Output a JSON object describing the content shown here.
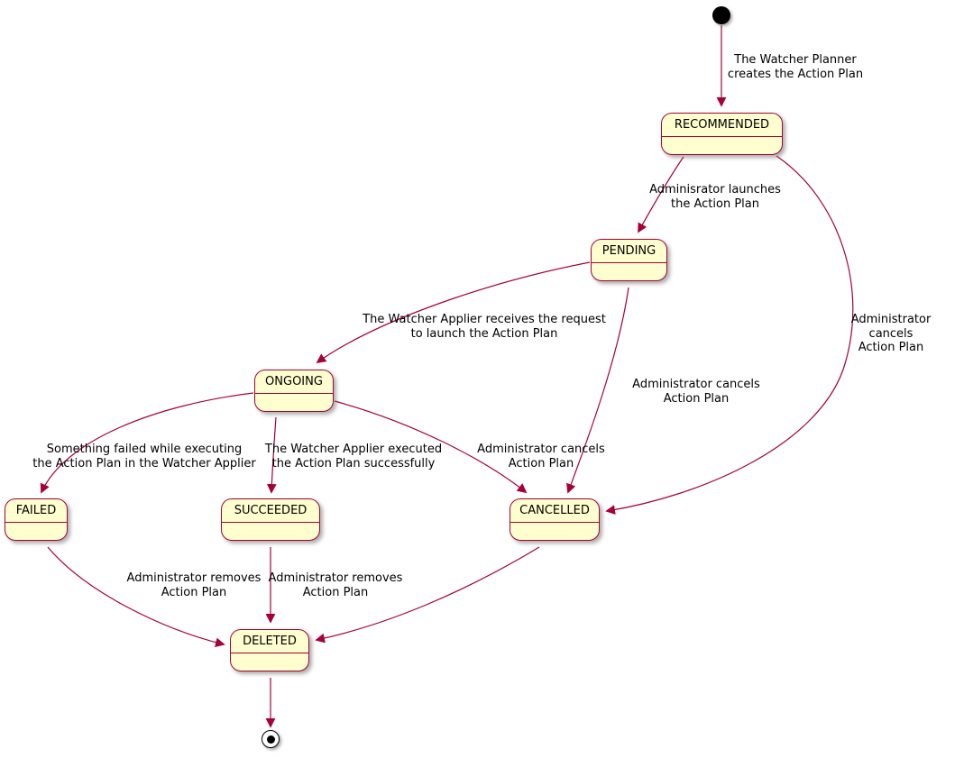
{
  "diagram": {
    "kind": "state-diagram",
    "colors": {
      "state_fill": "#FEFECE",
      "state_border": "#A80036",
      "arrow": "#A80036",
      "text": "#000000",
      "background": "#FFFFFF"
    },
    "pseudo_states": [
      "initial",
      "final"
    ],
    "states": [
      {
        "id": "RECOMMENDED",
        "label": "RECOMMENDED"
      },
      {
        "id": "PENDING",
        "label": "PENDING"
      },
      {
        "id": "ONGOING",
        "label": "ONGOING"
      },
      {
        "id": "FAILED",
        "label": "FAILED"
      },
      {
        "id": "SUCCEEDED",
        "label": "SUCCEEDED"
      },
      {
        "id": "CANCELLED",
        "label": "CANCELLED"
      },
      {
        "id": "DELETED",
        "label": "DELETED"
      }
    ],
    "transitions": [
      {
        "from": "initial",
        "to": "RECOMMENDED",
        "label": "The Watcher Planner\ncreates the Action Plan"
      },
      {
        "from": "RECOMMENDED",
        "to": "PENDING",
        "label": "Adminisrator launches\nthe Action Plan"
      },
      {
        "from": "PENDING",
        "to": "ONGOING",
        "label": "The Watcher Applier receives the request\nto launch the Action Plan"
      },
      {
        "from": "ONGOING",
        "to": "FAILED",
        "label": "Something failed while executing\nthe Action Plan in the Watcher Applier"
      },
      {
        "from": "ONGOING",
        "to": "SUCCEEDED",
        "label": "The Watcher Applier executed\nthe Action Plan successfully"
      },
      {
        "from": "ONGOING",
        "to": "CANCELLED",
        "label": "Administrator cancels\nAction Plan"
      },
      {
        "from": "PENDING",
        "to": "CANCELLED",
        "label": "Administrator cancels\nAction Plan"
      },
      {
        "from": "RECOMMENDED",
        "to": "CANCELLED",
        "label": "Administrator cancels\nAction Plan"
      },
      {
        "from": "FAILED",
        "to": "DELETED",
        "label": "Administrator removes\nAction Plan"
      },
      {
        "from": "SUCCEEDED",
        "to": "DELETED",
        "label": "Administrator removes\nAction Plan"
      },
      {
        "from": "CANCELLED",
        "to": "DELETED",
        "label": ""
      },
      {
        "from": "DELETED",
        "to": "final",
        "label": ""
      }
    ]
  }
}
